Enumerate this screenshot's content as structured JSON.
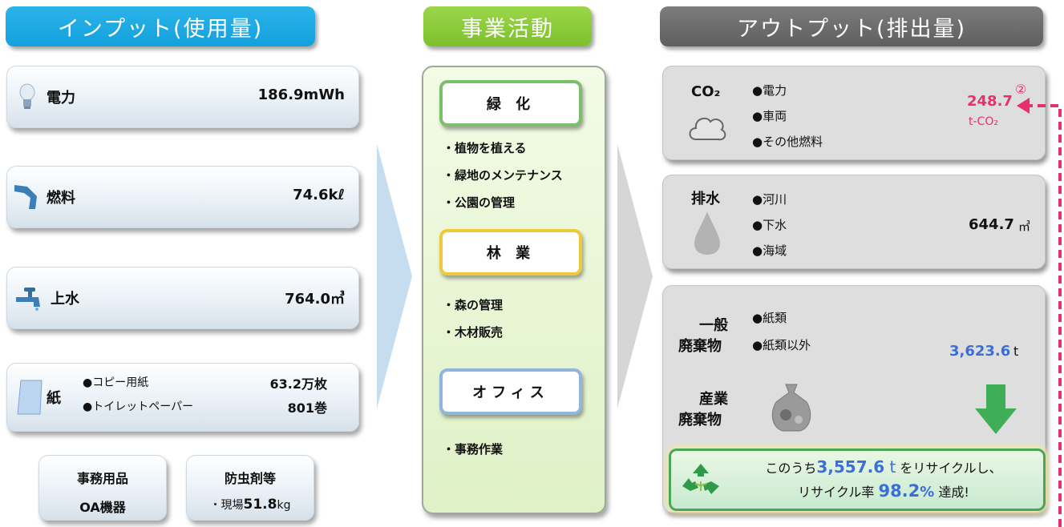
{
  "headers": {
    "input": "インプット(使用量)",
    "business": "事業活動",
    "output": "アウトプット(排出量)"
  },
  "inputs": {
    "electricity": {
      "label": "電力",
      "value": "186.9mWh",
      "icon": "lightbulb-icon"
    },
    "fuel": {
      "label": "燃料",
      "value": "74.6kℓ",
      "icon": "fuel-nozzle-icon"
    },
    "water": {
      "label": "上水",
      "value": "764.0㎥",
      "icon": "faucet-icon"
    },
    "paper": {
      "label": "紙",
      "icon": "paper-icon",
      "items": [
        {
          "name": "●コピー用紙",
          "value": "63.2万枚"
        },
        {
          "name": "●トイレットペーパー",
          "value": "801巻"
        }
      ]
    },
    "office_supplies": {
      "line1": "事務用品",
      "line2": "OA機器"
    },
    "insecticide": {
      "title": "防虫剤等",
      "detail_prefix": "・現場",
      "detail_value": "51.8",
      "detail_unit": "kg"
    }
  },
  "business": {
    "greening": {
      "title": "緑 化",
      "items": [
        "・植物を植える",
        "・緑地のメンテナンス",
        "・公園の管理"
      ]
    },
    "forestry": {
      "title": "林 業",
      "items": [
        "・森の管理",
        "・木材販売"
      ]
    },
    "office": {
      "title": "オフィス",
      "items": [
        "・事務作業"
      ]
    }
  },
  "outputs": {
    "co2": {
      "label": "CO₂",
      "items": [
        "●電力",
        "●車両",
        "●その他燃料"
      ],
      "value": "248.7",
      "unit": "t-CO₂",
      "marker": "②",
      "icon": "cloud-icon"
    },
    "wastewater": {
      "label": "排水",
      "items": [
        "●河川",
        "●下水",
        "●海域"
      ],
      "value": "644.7",
      "unit": "㎥",
      "icon": "water-drop-icon"
    },
    "waste": {
      "general_label_1": "一般",
      "general_label_2": "廃棄物",
      "items": [
        "●紙類",
        "●紙類以外"
      ],
      "value": "3,623.6",
      "unit": "t",
      "industrial_label_1": "産業",
      "industrial_label_2": "廃棄物",
      "icon": "garbage-bag-icon"
    },
    "recycle": {
      "line1_prefix": "このうち",
      "line1_value": "3,557.6",
      "line1_unit": " t",
      "line1_suffix": " をリサイクルし、",
      "line2_prefix": "リサイクル率 ",
      "line2_value": "98.2",
      "line2_unit": "%",
      "line2_suffix": " 達成!",
      "icon": "recycle-icon"
    }
  },
  "colors": {
    "input_header": "#14a0dc",
    "business_header": "#7dc12c",
    "output_header": "#666666",
    "co2_value": "#e6316e",
    "waste_value": "#3b6fd6",
    "recycle_green": "#4aa75a",
    "dashed_link": "#e6316e"
  }
}
